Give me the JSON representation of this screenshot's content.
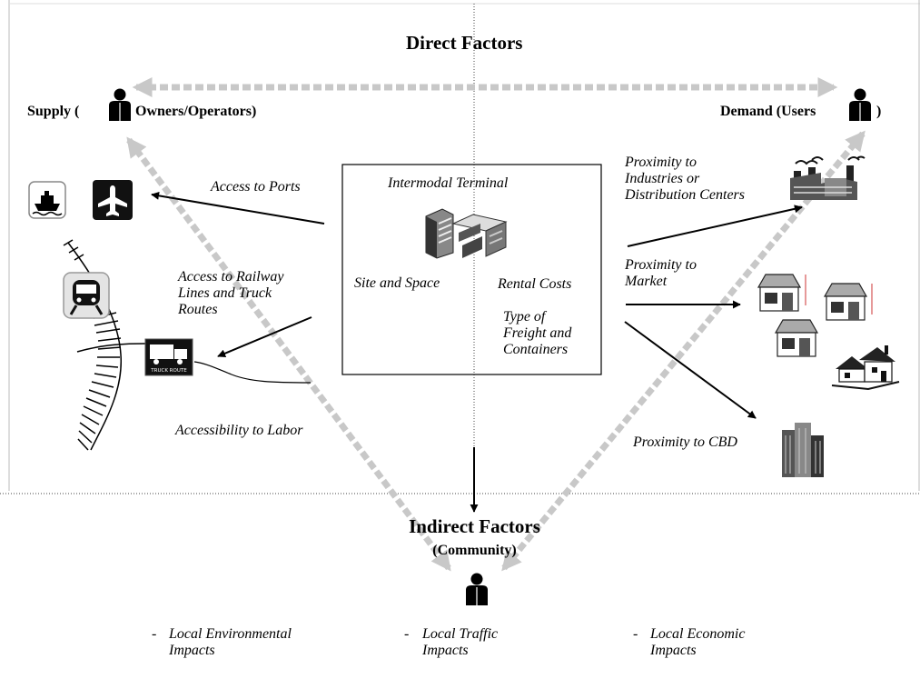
{
  "header": {
    "direct_factors": "Direct Factors",
    "indirect_factors": "Indirect Factors",
    "community": "(Community)"
  },
  "supply": {
    "prefix": "Supply (",
    "suffix": "Owners/Operators)"
  },
  "demand": {
    "prefix": "Demand (Users",
    "suffix": ")"
  },
  "terminal": {
    "title": "Intermodal Terminal",
    "site": "Site and Space",
    "rental": "Rental Costs",
    "freight": "Type of\nFreight and\nContainers"
  },
  "left_factors": {
    "ports": "Access to Ports",
    "railway": "Access to Railway\nLines and Truck\nRoutes",
    "labor": "Accessibility to Labor"
  },
  "right_factors": {
    "industries": "Proximity to\nIndustries or\nDistribution Centers",
    "market": "Proximity to\nMarket",
    "cbd": "Proximity to CBD"
  },
  "impacts": {
    "dash": "-",
    "environmental": "Local Environmental\nImpacts",
    "traffic": "Local Traffic\nImpacts",
    "economic": "Local Economic\nImpacts"
  },
  "truck_sign": "TRUCK ROUTE",
  "icons": [
    "person-icon",
    "ship-icon",
    "airplane-icon",
    "train-icon",
    "truck-route-icon",
    "terminal-building-icon",
    "factory-icon",
    "shop-icon",
    "house-icon",
    "office-tower-icon"
  ]
}
